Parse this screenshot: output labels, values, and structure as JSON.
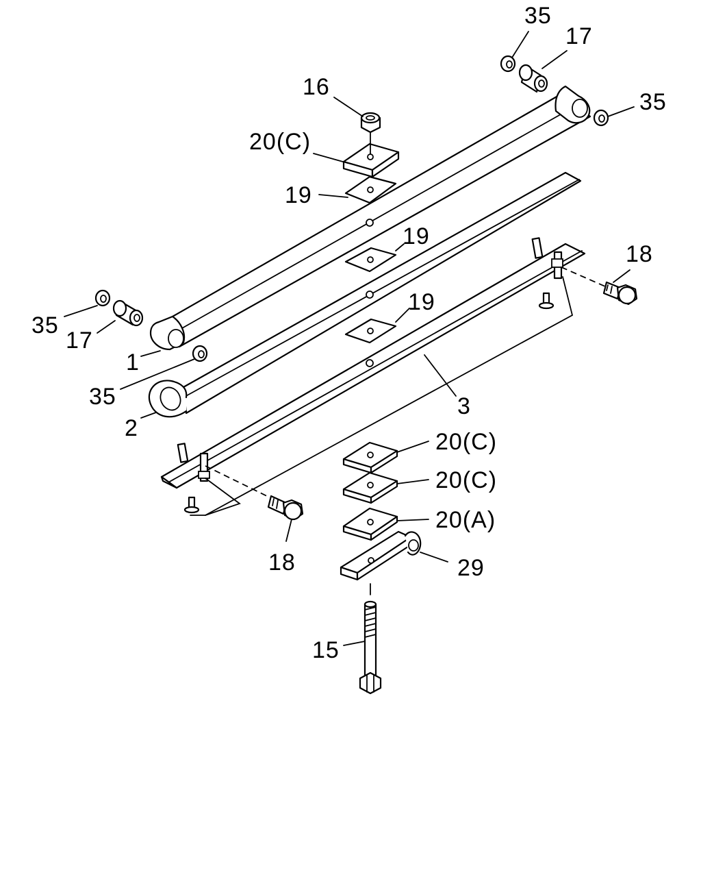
{
  "labels": {
    "l35_top": "35",
    "l17_top": "17",
    "l35_right": "35",
    "l16": "16",
    "l20c_top": "20(C)",
    "l19_top": "19",
    "l19_mid": "19",
    "l19_low": "19",
    "l18_right": "18",
    "l35_left": "35",
    "l17_left": "17",
    "l1": "1",
    "l35_mid": "35",
    "l3": "3",
    "l2": "2",
    "l20c_a": "20(C)",
    "l20c_b": "20(C)",
    "l20a": "20(A)",
    "l18_left": "18",
    "l29": "29",
    "l15": "15"
  },
  "colors": {
    "line": "#000000",
    "background": "#ffffff"
  }
}
